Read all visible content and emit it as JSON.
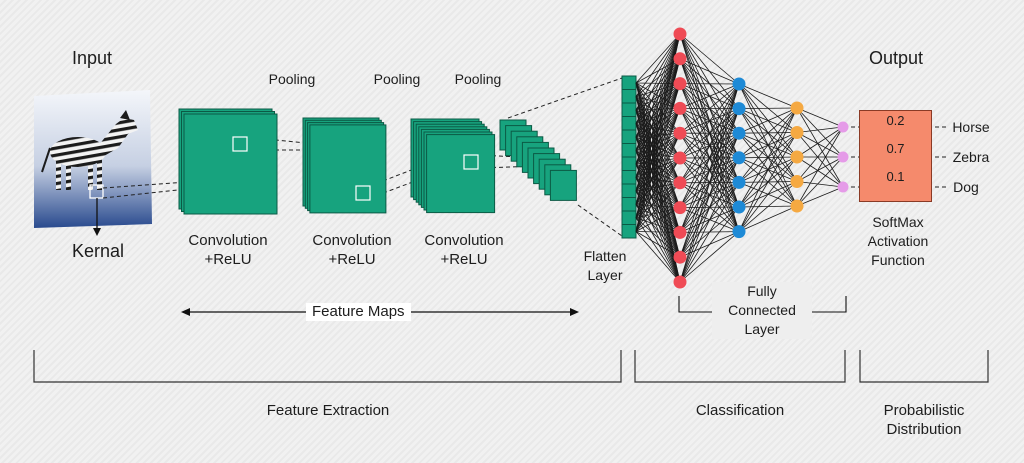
{
  "headings": {
    "input": "Input",
    "output": "Output",
    "kernal": "Kernal"
  },
  "pooling_labels": [
    "Pooling",
    "Pooling",
    "Pooling"
  ],
  "conv_labels": [
    "Convolution\n+ReLU",
    "Convolution\n+ReLU",
    "Convolution\n+ReLU"
  ],
  "flatten_label": "Flatten\nLayer",
  "fully_connected_label": "Fully\nConnected\nLayer",
  "feature_maps_label": "Feature Maps",
  "softmax": {
    "label": "SoftMax\nActivation\nFunction",
    "probabilities": [
      "0.2",
      "0.7",
      "0.1"
    ],
    "classes": [
      "Horse",
      "Zebra",
      "Dog"
    ]
  },
  "stages": {
    "feature_extraction": "Feature Extraction",
    "classification": "Classification",
    "probabilistic_distribution": "Probabilistic\nDistribution"
  },
  "colors": {
    "feature_map": "#17a37e",
    "feature_map_edge": "#0b5a45",
    "node_red": "#ef4b55",
    "node_blue": "#1e8ad6",
    "node_orange": "#f5a942",
    "node_pink": "#e59be8",
    "softmax_box": "#f58a6c"
  },
  "icons": {
    "input_image": "zebra-photo"
  }
}
